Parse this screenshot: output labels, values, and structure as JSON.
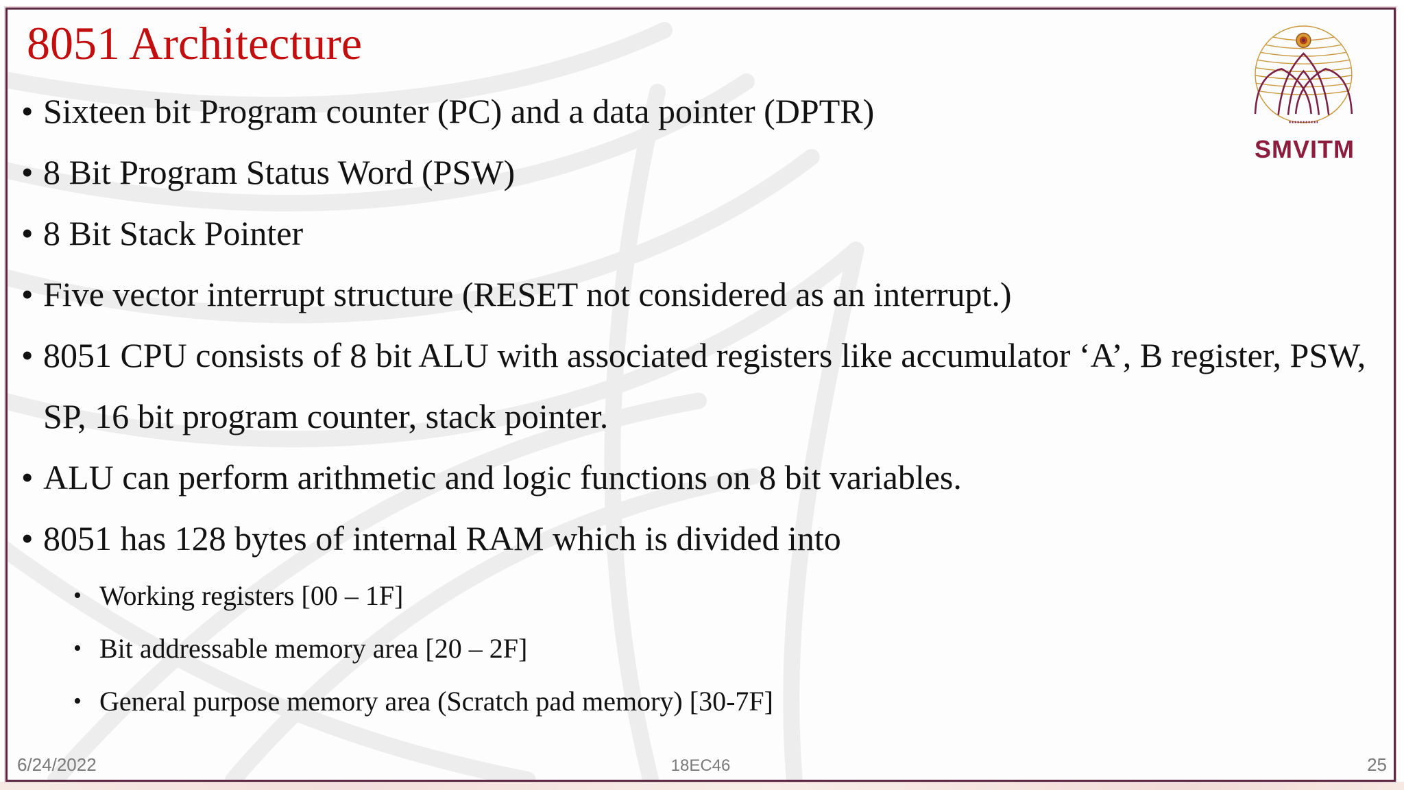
{
  "slide": {
    "title": "8051 Architecture",
    "bullet_char": "•",
    "bullets": [
      {
        "text": "Sixteen bit Program counter (PC) and a data pointer (DPTR)"
      },
      {
        "text": "8 Bit Program Status Word (PSW)"
      },
      {
        "text": "8 Bit Stack Pointer"
      },
      {
        "text": "Five vector interrupt structure (RESET not considered as an interrupt.)"
      },
      {
        "text": "8051 CPU consists of 8 bit ALU with associated registers like accumulator ‘A’, B register, PSW, SP, 16 bit program counter, stack pointer."
      },
      {
        "text": "ALU can perform arithmetic and logic functions on 8 bit variables."
      },
      {
        "text": "8051 has 128 bytes of internal RAM which is divided into",
        "children": [
          {
            "text": "Working registers [00 – 1F]"
          },
          {
            "text": "Bit addressable memory area [20 – 2F]"
          },
          {
            "text": "General purpose memory area (Scratch pad memory) [30-7F]"
          }
        ]
      }
    ],
    "footer": {
      "date": "6/24/2022",
      "course_code": "18EC46",
      "page_number": "25"
    },
    "logo": {
      "text": "SMVITM"
    },
    "colors": {
      "title_red": "#c20e0e",
      "border_maroon": "#5e2845",
      "logo_maroon": "#7b2146",
      "logo_gold": "#c9993f",
      "footer_gray": "#7a7a7a",
      "watermark_gray": "#ededed"
    }
  }
}
